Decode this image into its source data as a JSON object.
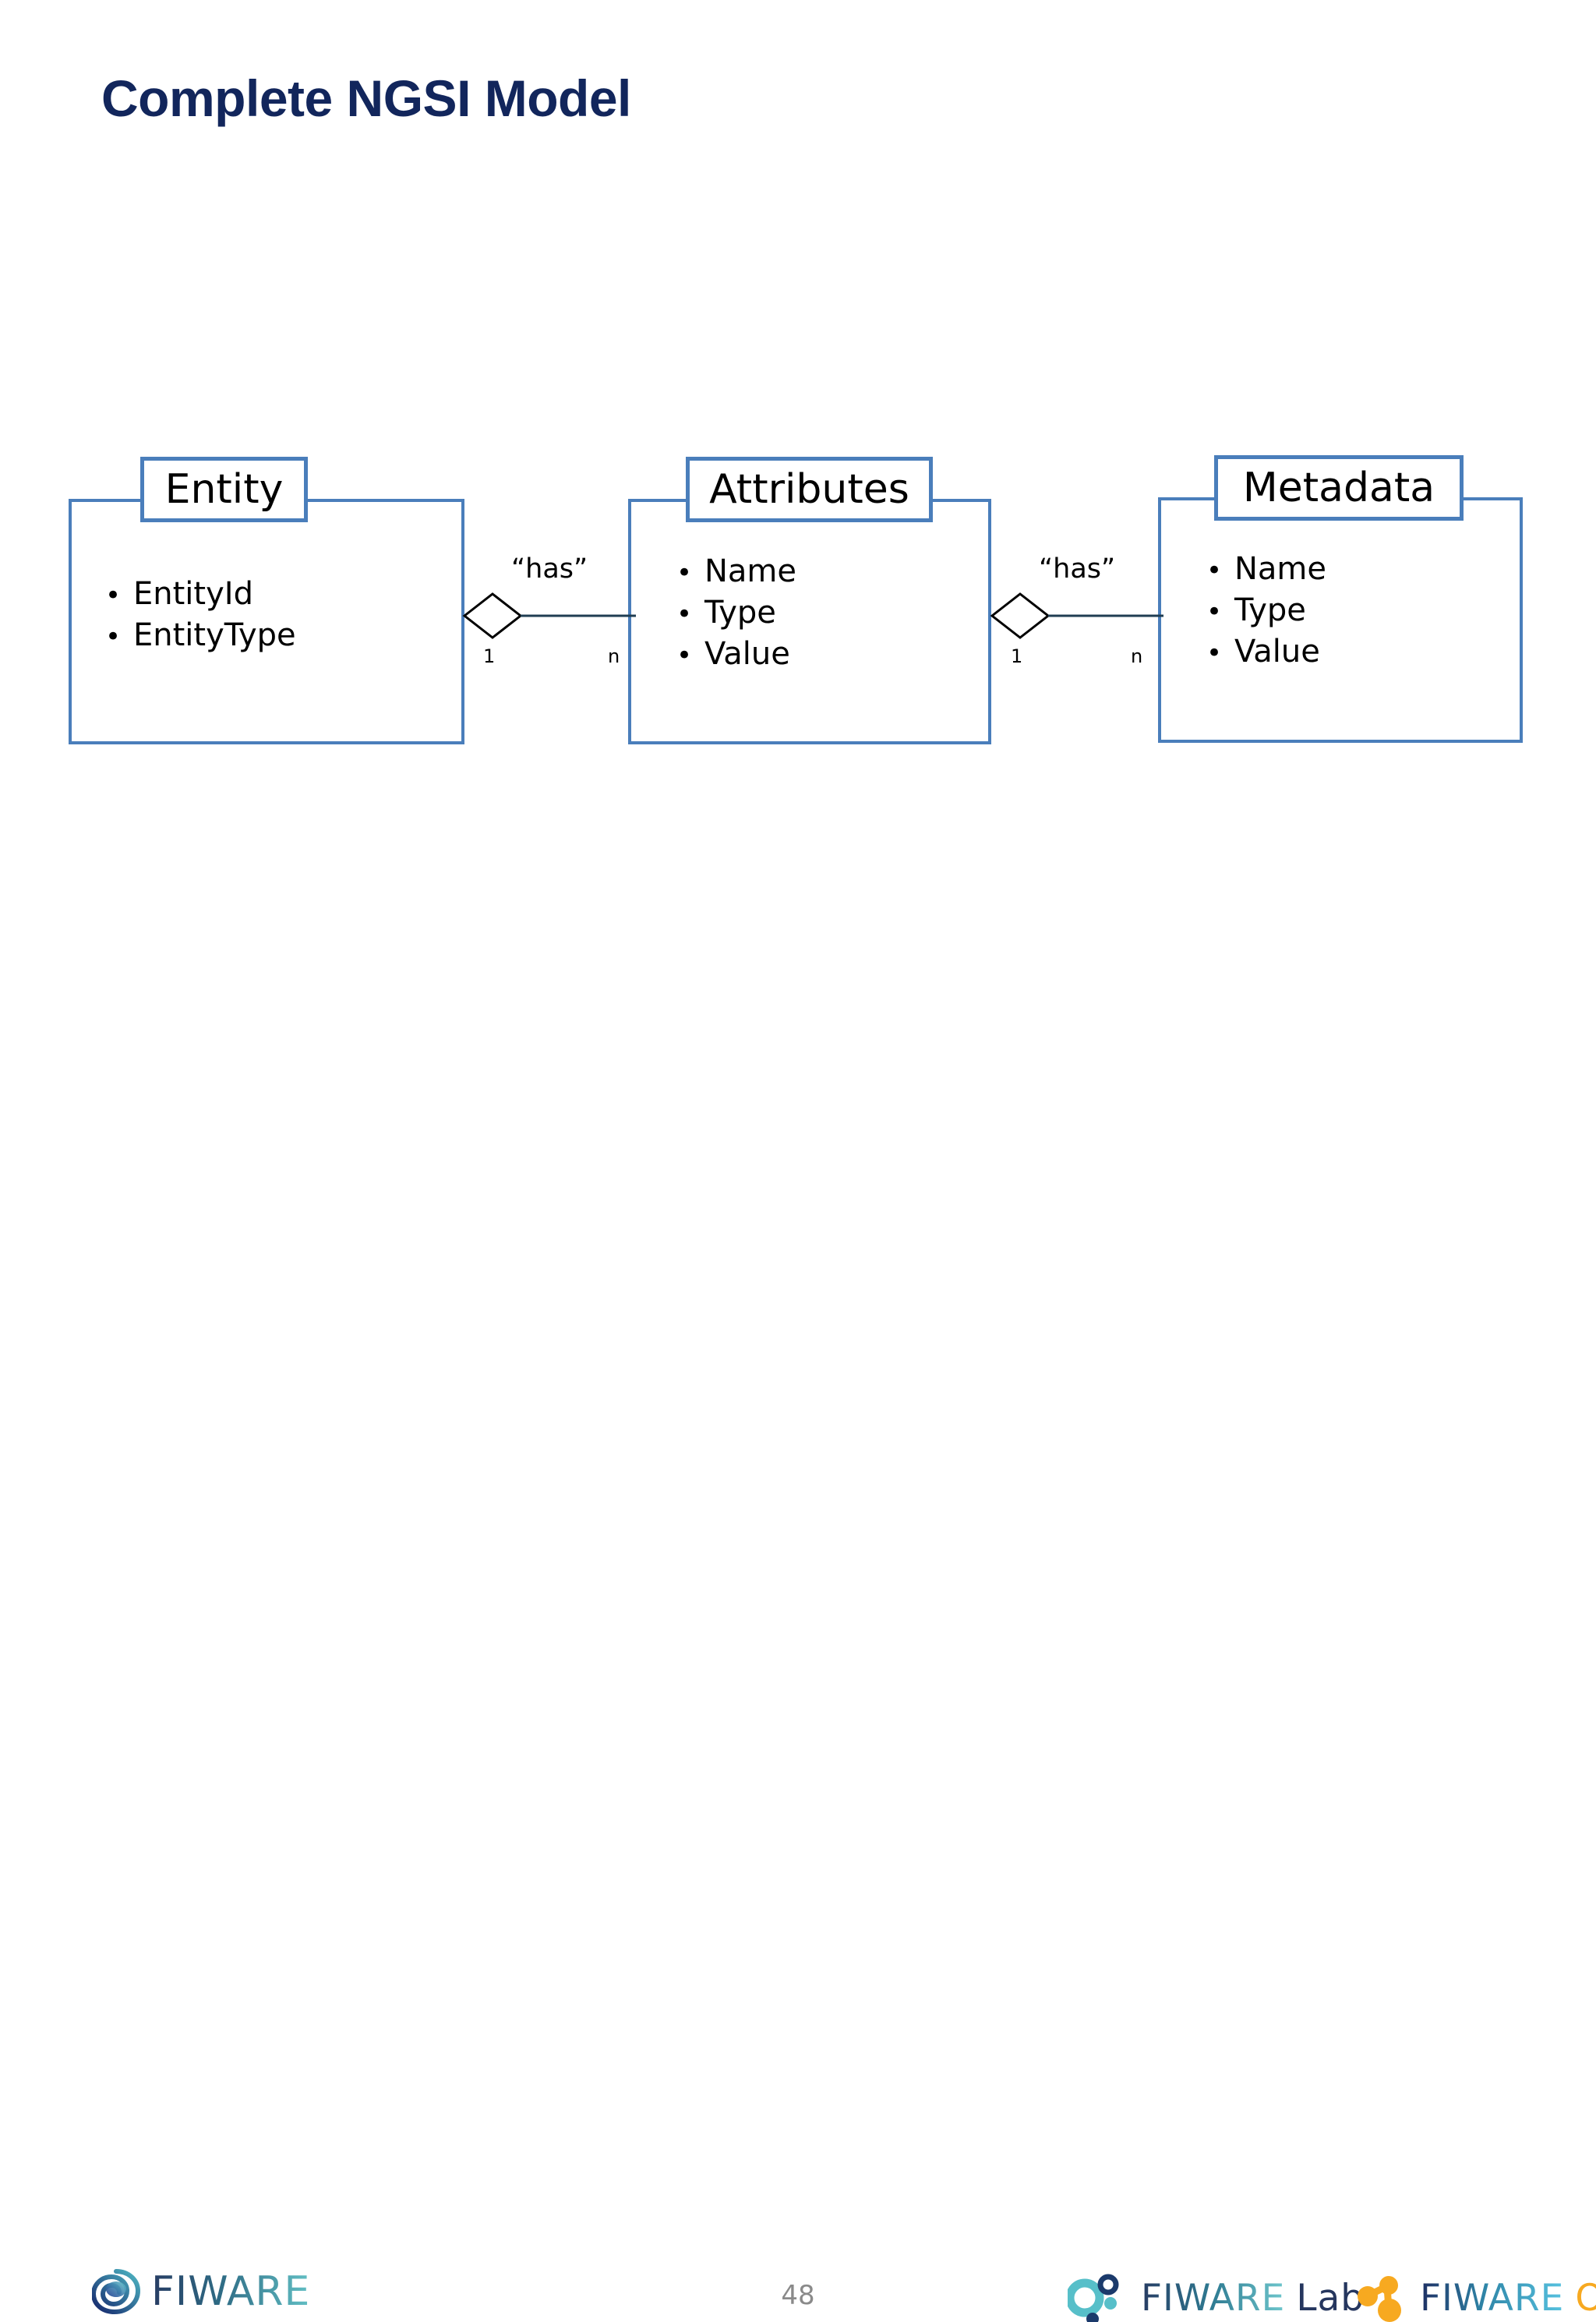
{
  "slide": {
    "title": "Complete NGSI Model",
    "page_number": "48",
    "title_color": "#12265c",
    "box_border_color": "#4a7ebb",
    "page_number_color": "#8a8a8a"
  },
  "diagram": {
    "type": "entity-relationship",
    "entities": [
      {
        "name": "entity",
        "header": "Entity",
        "attributes": [
          "EntityId",
          "EntityType"
        ]
      },
      {
        "name": "attributes",
        "header": "Attributes",
        "attributes": [
          "Name",
          "Type",
          "Value"
        ]
      },
      {
        "name": "metadata",
        "header": "Metadata",
        "attributes": [
          "Name",
          "Type",
          "Value"
        ]
      }
    ],
    "relationships": [
      {
        "from": "Entity",
        "to": "Attributes",
        "label": "“has”",
        "source_cardinality": "1",
        "target_cardinality": "n"
      },
      {
        "from": "Attributes",
        "to": "Metadata",
        "label": "“has”",
        "source_cardinality": "1",
        "target_cardinality": "n"
      }
    ]
  },
  "footer": {
    "logos": [
      {
        "name": "fiware-logo",
        "text": "FIWARE",
        "icon": "fiware-swirl-icon"
      },
      {
        "name": "fiware-lab-logo",
        "text_primary": "FIWARE",
        "text_secondary": "Lab",
        "icon": "fiware-lab-dots-icon"
      },
      {
        "name": "fiware-ops-logo",
        "text_primary": "FIWARE",
        "text_secondary": "Ops",
        "icon": "fiware-ops-molecule-icon",
        "accent_color": "#f7a920"
      }
    ]
  }
}
